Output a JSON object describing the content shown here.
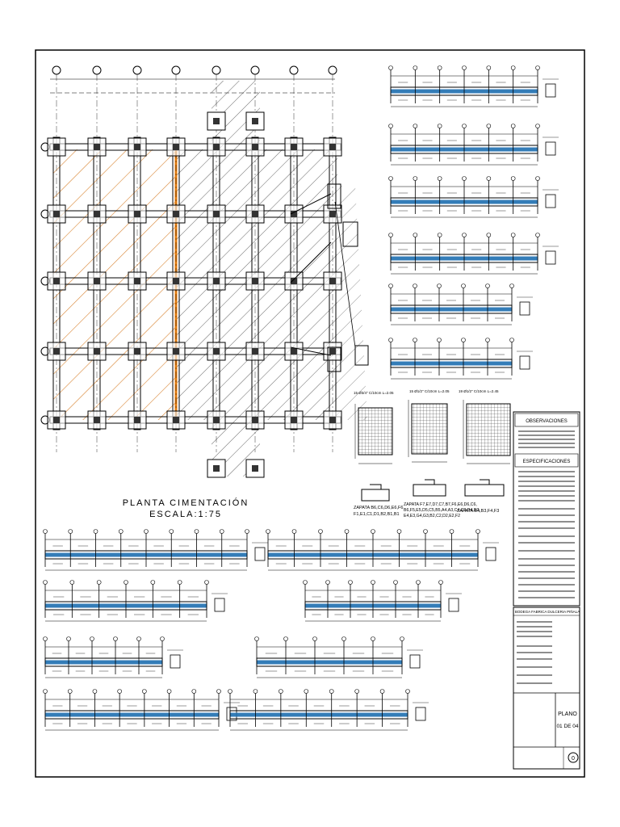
{
  "plan": {
    "title": "PLANTA CIMENTACIÓN",
    "scale": "ESCALA:1:75"
  },
  "footings": [
    {
      "spec": "15 Ø3/4\" C/10cm L=2.05",
      "label_line1": "ZAPATA B6,C6,D6,E6,F6",
      "label_line2": "F1,E1,C1,D1,B2,B1,B1"
    },
    {
      "spec": "15 Ø1/2\" C/10cm L=2.05",
      "label_line1": "ZAPATA F7,E7,D7,C7,B7,F6,E6,D6,C6,",
      "label_line2": "B6,F5,E5,D5,C5,B5,A4,A3,C4,C3,D4,D3,",
      "label_line3": "E4,E3,G4,G3,B2,C2,D2,E2,F2"
    },
    {
      "spec": "19 Ø1/2\" C/10cm L=2.45",
      "label_line1": "ZAPATA B4,B3,F4,F3"
    }
  ],
  "notes": {
    "observaciones_title": "OBSERVACIONES",
    "especificaciones_title": "ESPECIFICACIONES"
  },
  "title_block": {
    "project": "BODEGA FABRICA DULCERIA PIÑALA",
    "sheet_word": "PLANO",
    "sheet_number": "01 DE 04",
    "revision": "0"
  }
}
